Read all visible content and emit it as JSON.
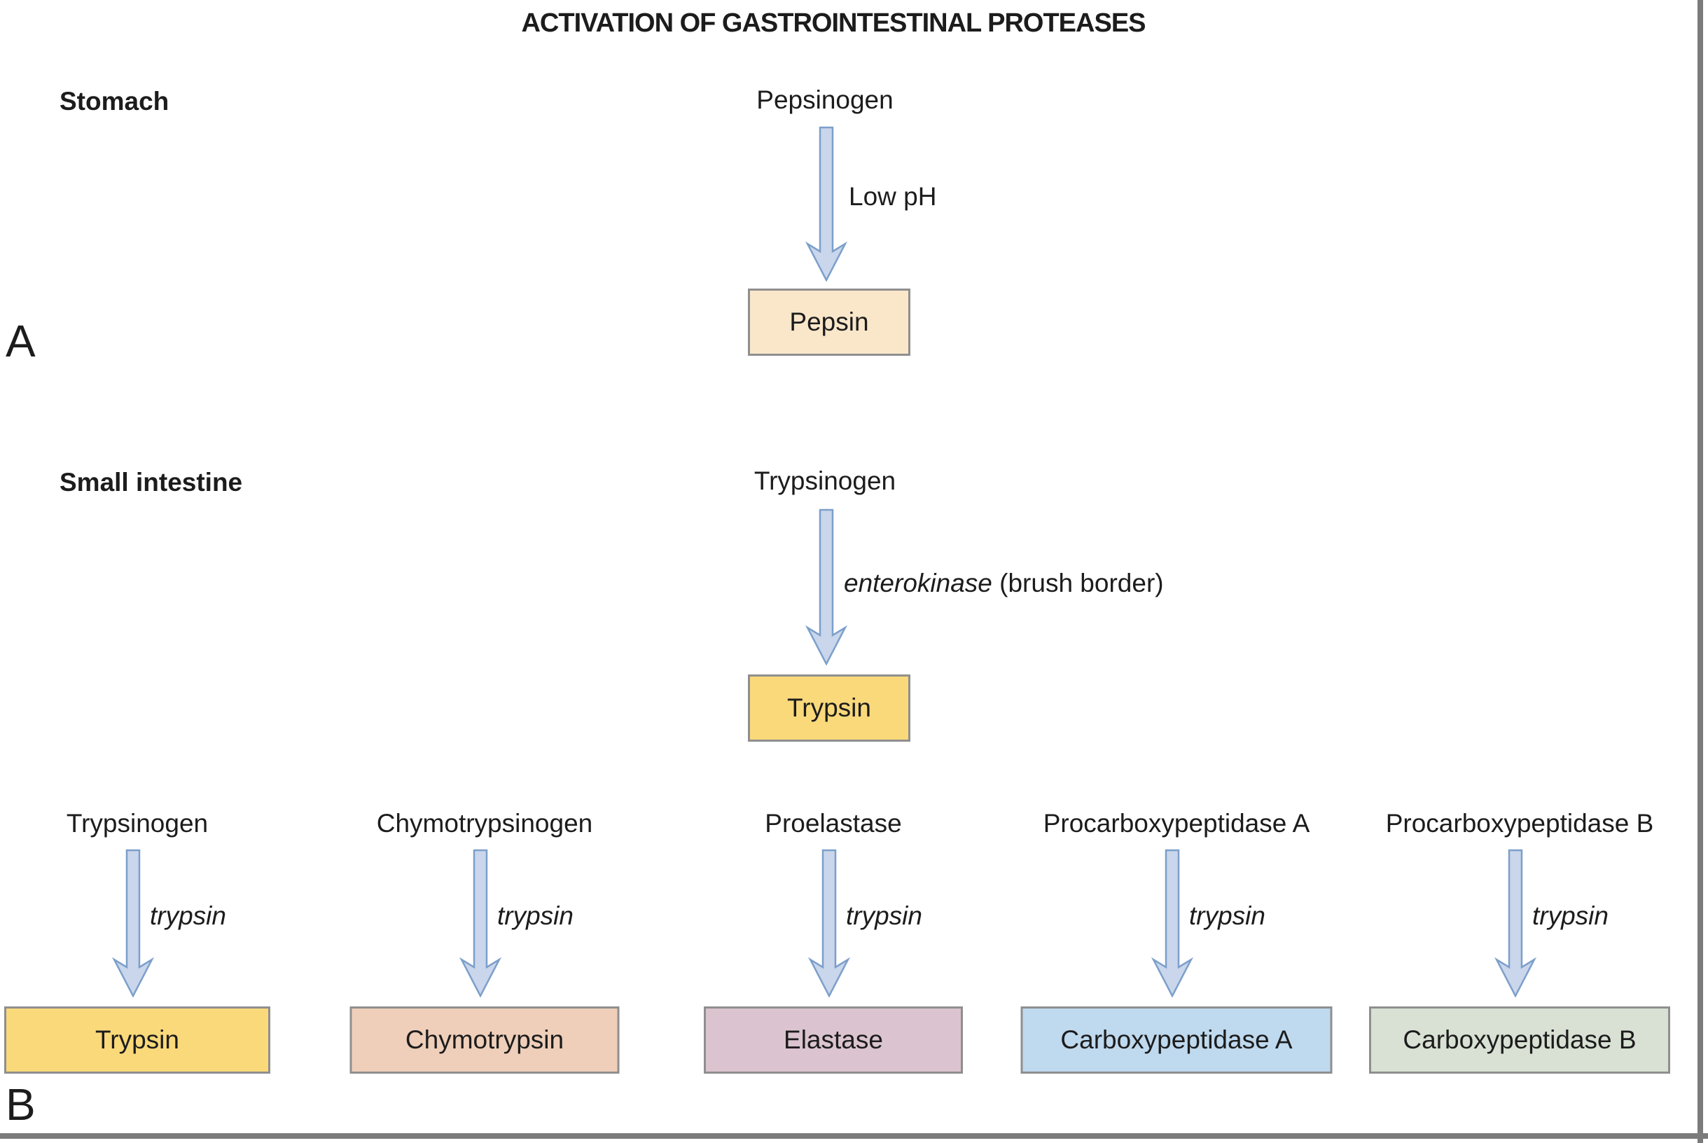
{
  "title": "ACTIVATION OF GASTROINTESTINAL PROTEASES",
  "panel_a": {
    "panel_label": "A",
    "region_label": "Stomach",
    "precursor": "Pepsinogen",
    "arrow_label": "Low pH",
    "product": "Pepsin",
    "product_color": "#fae7ca"
  },
  "panel_b": {
    "panel_label": "B",
    "region_label": "Small intestine",
    "main": {
      "precursor": "Trypsinogen",
      "arrow_label_italic": "enterokinase",
      "arrow_label_rest": " (brush border)",
      "product": "Trypsin",
      "product_color": "#fad97b"
    },
    "cascade": [
      {
        "precursor": "Trypsinogen",
        "arrow_label": "trypsin",
        "product": "Trypsin",
        "color": "#fad97b"
      },
      {
        "precursor": "Chymotrypsinogen",
        "arrow_label": "trypsin",
        "product": "Chymotrypsin",
        "color": "#efcfba"
      },
      {
        "precursor": "Proelastase",
        "arrow_label": "trypsin",
        "product": "Elastase",
        "color": "#dbc4cf"
      },
      {
        "precursor": "Procarboxypeptidase A",
        "arrow_label": "trypsin",
        "product": "Carboxypeptidase A",
        "color": "#bfd9ee"
      },
      {
        "precursor": "Procarboxypeptidase B",
        "arrow_label": "trypsin",
        "product": "Carboxypeptidase B",
        "color": "#d8e1d3"
      }
    ]
  },
  "colors": {
    "arrow_fill": "#c9d6eb",
    "arrow_stroke": "#7c9fcb",
    "box_border": "#8f8f8f",
    "frame": "#7b7b7b"
  }
}
